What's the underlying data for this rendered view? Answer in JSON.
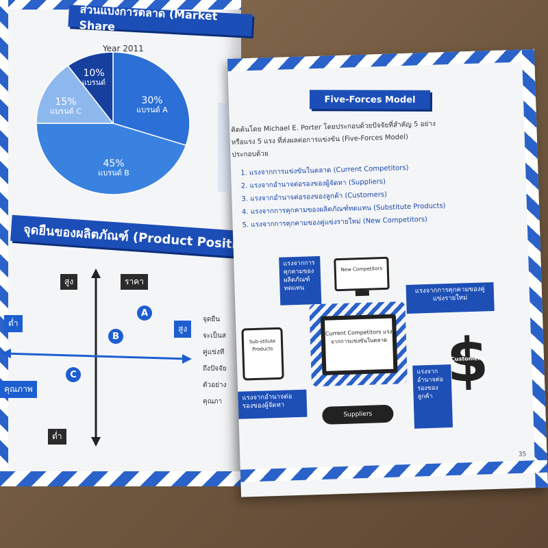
{
  "left_page": {
    "market_share_heading": "ส่วนแบ่งการตลาด (Market Share",
    "chart_title": "Year 2011",
    "product_position_heading": "จุดยืนของผลิตภัณฑ์ (Product Positi",
    "axis_labels": {
      "high_top": "สูง",
      "price": "ราคา",
      "low_left": "ต่ำ",
      "high_right": "สูง",
      "quality": "คุณภาพ",
      "low_bottom": "ต่ำ"
    },
    "points": [
      "A",
      "B",
      "C"
    ],
    "margin_text": [
      "จุดยืน",
      "จะเป็นส",
      "คู่แข่งที",
      "ถึงปัจจัย",
      "ตัวอย่าง",
      "คุณภา"
    ]
  },
  "chart_data": {
    "type": "pie",
    "title": "Year 2011",
    "slices": [
      {
        "label": "แบรนด์ A",
        "value": 30
      },
      {
        "label": "แบรนด์ B",
        "value": 45
      },
      {
        "label": "แบรนด์ C",
        "value": 15
      },
      {
        "label": "แบรนด์",
        "value": 10
      }
    ],
    "colors": [
      "#2c6fd6",
      "#3a82e0",
      "#8db8ee",
      "#163f9e"
    ]
  },
  "right_page": {
    "heading": "Five-Forces Model",
    "intro": [
      "คิดค้นโดย Michael E. Porter โดยประกอบด้วยปัจจัยที่สำคัญ 5 อย่าง",
      "หรือแรง 5 แรง ที่ส่งผลต่อการแข่งขัน (Five-Forces Model)",
      "ประกอบด้วย"
    ],
    "forces": [
      "1. แรงจากการแข่งขันในตลาด (Current Competitors)",
      "2. แรงจากอำนาจต่อรองของผู้จัดหา (Suppliers)",
      "3. แรงจากอำนาจต่อรองของลูกค้า (Customers)",
      "4. แรงจากการคุกคามของผลิตภัณฑ์ทดแทน (Substitute Products)",
      "5. แรงจากการคุกคามของคู่แข่งรายใหม่ (New Competitors)"
    ],
    "diagram": {
      "substitute_threat": "แรงจากการคุกคามของผลิตภัณฑ์ทดแทน",
      "new_competitors_device": "New Competitors",
      "new_threat": "แรงจากการคุกคามของคู่แข่งรายใหม่",
      "substitute_device": "Sub-stitute Products",
      "current_device": "Current Competitors แรงจากการแข่งขันในตลาด",
      "customers_label": "Customers",
      "supplier_power": "แรงจากอำนาจต่อรองของผู้จัดหา",
      "suppliers_label": "Suppliers",
      "customer_power": "แรงจากอำนาจต่อรองของลูกค้า"
    },
    "page_number": "35"
  }
}
